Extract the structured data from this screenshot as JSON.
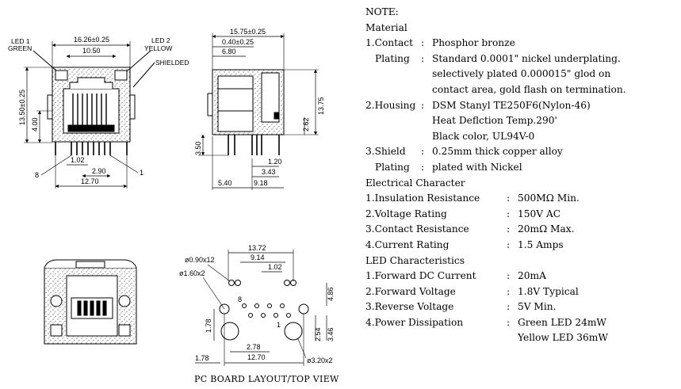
{
  "front_view": {
    "led1": "LED 1",
    "led1_color": "GREEN",
    "led2": "LED 2",
    "led2_color": "YELLOW",
    "shielded": "SHIELDED",
    "dim_width_total": "16.26±0.25",
    "dim_width_inner": "10.50",
    "dim_height_total": "13.50±0.25",
    "dim_height_lower": "4.00",
    "dim_pin_pitch": "1.02",
    "dim_pin_span": "2.90",
    "dim_pin_total": "12.70",
    "pin_left": "8",
    "pin_right": "1"
  },
  "side_view": {
    "dim_length": "15.75±0.25",
    "dim_offset": "0.40±0.25",
    "dim_step": "6.80",
    "dim_height": "13.75",
    "dim_height_small": "2.62",
    "dim_pin_height": "3.50",
    "dim_pin_width": "1.20",
    "dim_pin_gap": "3.43",
    "dim_front": "5.40",
    "dim_back": "9.18"
  },
  "pcb_layout": {
    "caption": "PC BOARD LAYOUT/TOP VIEW",
    "dim_small_hole": "ø0.90x12",
    "dim_led_hole": "ø1.60x2",
    "dim_big_hole": "ø3.20x2",
    "dim_total": "13.72",
    "dim_inner": "9.14",
    "dim_pitch": "1.02",
    "dim_right_h": "4.86",
    "dim_left_v": "1.78",
    "dim_mid": "2.78",
    "dim_bottom": "12.70",
    "dim_bottom_left": "1.78",
    "dim_v1": "2.54",
    "dim_v2": "3.46",
    "pin8": "8",
    "pin1": "1"
  },
  "notes": [
    {
      "t": "NOTE:"
    },
    {
      "t": "Material"
    },
    {
      "a": "1.Contact",
      "s": ":",
      "b": "Phosphor bronze"
    },
    {
      "a": "Plating",
      "s": ":",
      "b": "Standard 0.0001\" nickel underplating."
    },
    {
      "b": "selectively plated 0.000015\" glod on"
    },
    {
      "b": "contact area, gold flash on termination."
    },
    {
      "a": "2.Housing",
      "s": ":",
      "b": "DSM Stanyl TE250F6(Nylon-46)"
    },
    {
      "b": "Heat Deflction Temp.290'"
    },
    {
      "b": "Black color, UL94V-0"
    },
    {
      "a": "3.Shield",
      "s": ":",
      "b": "0.25mm thick copper alloy"
    },
    {
      "a": "Plating",
      "s": ":",
      "b": "plated with Nickel"
    },
    {
      "t": "Electrical Character"
    },
    {
      "a": "1.Insulation Resistance",
      "s": ":",
      "b": "500MΩ Min."
    },
    {
      "a": "2.Voltage Rating",
      "s": ":",
      "b": "150V AC"
    },
    {
      "a": "3.Contact  Resistance",
      "s": ":",
      "b": "20mΩ Max."
    },
    {
      "a": "4.Current Rating",
      "s": ":",
      "b": "1.5 Amps"
    },
    {
      "t": "LED Characteristics"
    },
    {
      "a": "1.Forward DC Current",
      "s": ":",
      "b": "20mA"
    },
    {
      "a": "2.Forward Voltage",
      "s": ":",
      "b": "1.8V Typical"
    },
    {
      "a": "3.Reverse Voltage",
      "s": ":",
      "b": "5V Min."
    },
    {
      "a": "4.Power Dissipation",
      "s": ":",
      "b": "Green LED 24mW"
    },
    {
      "b": "Yellow LED 36mW"
    }
  ]
}
